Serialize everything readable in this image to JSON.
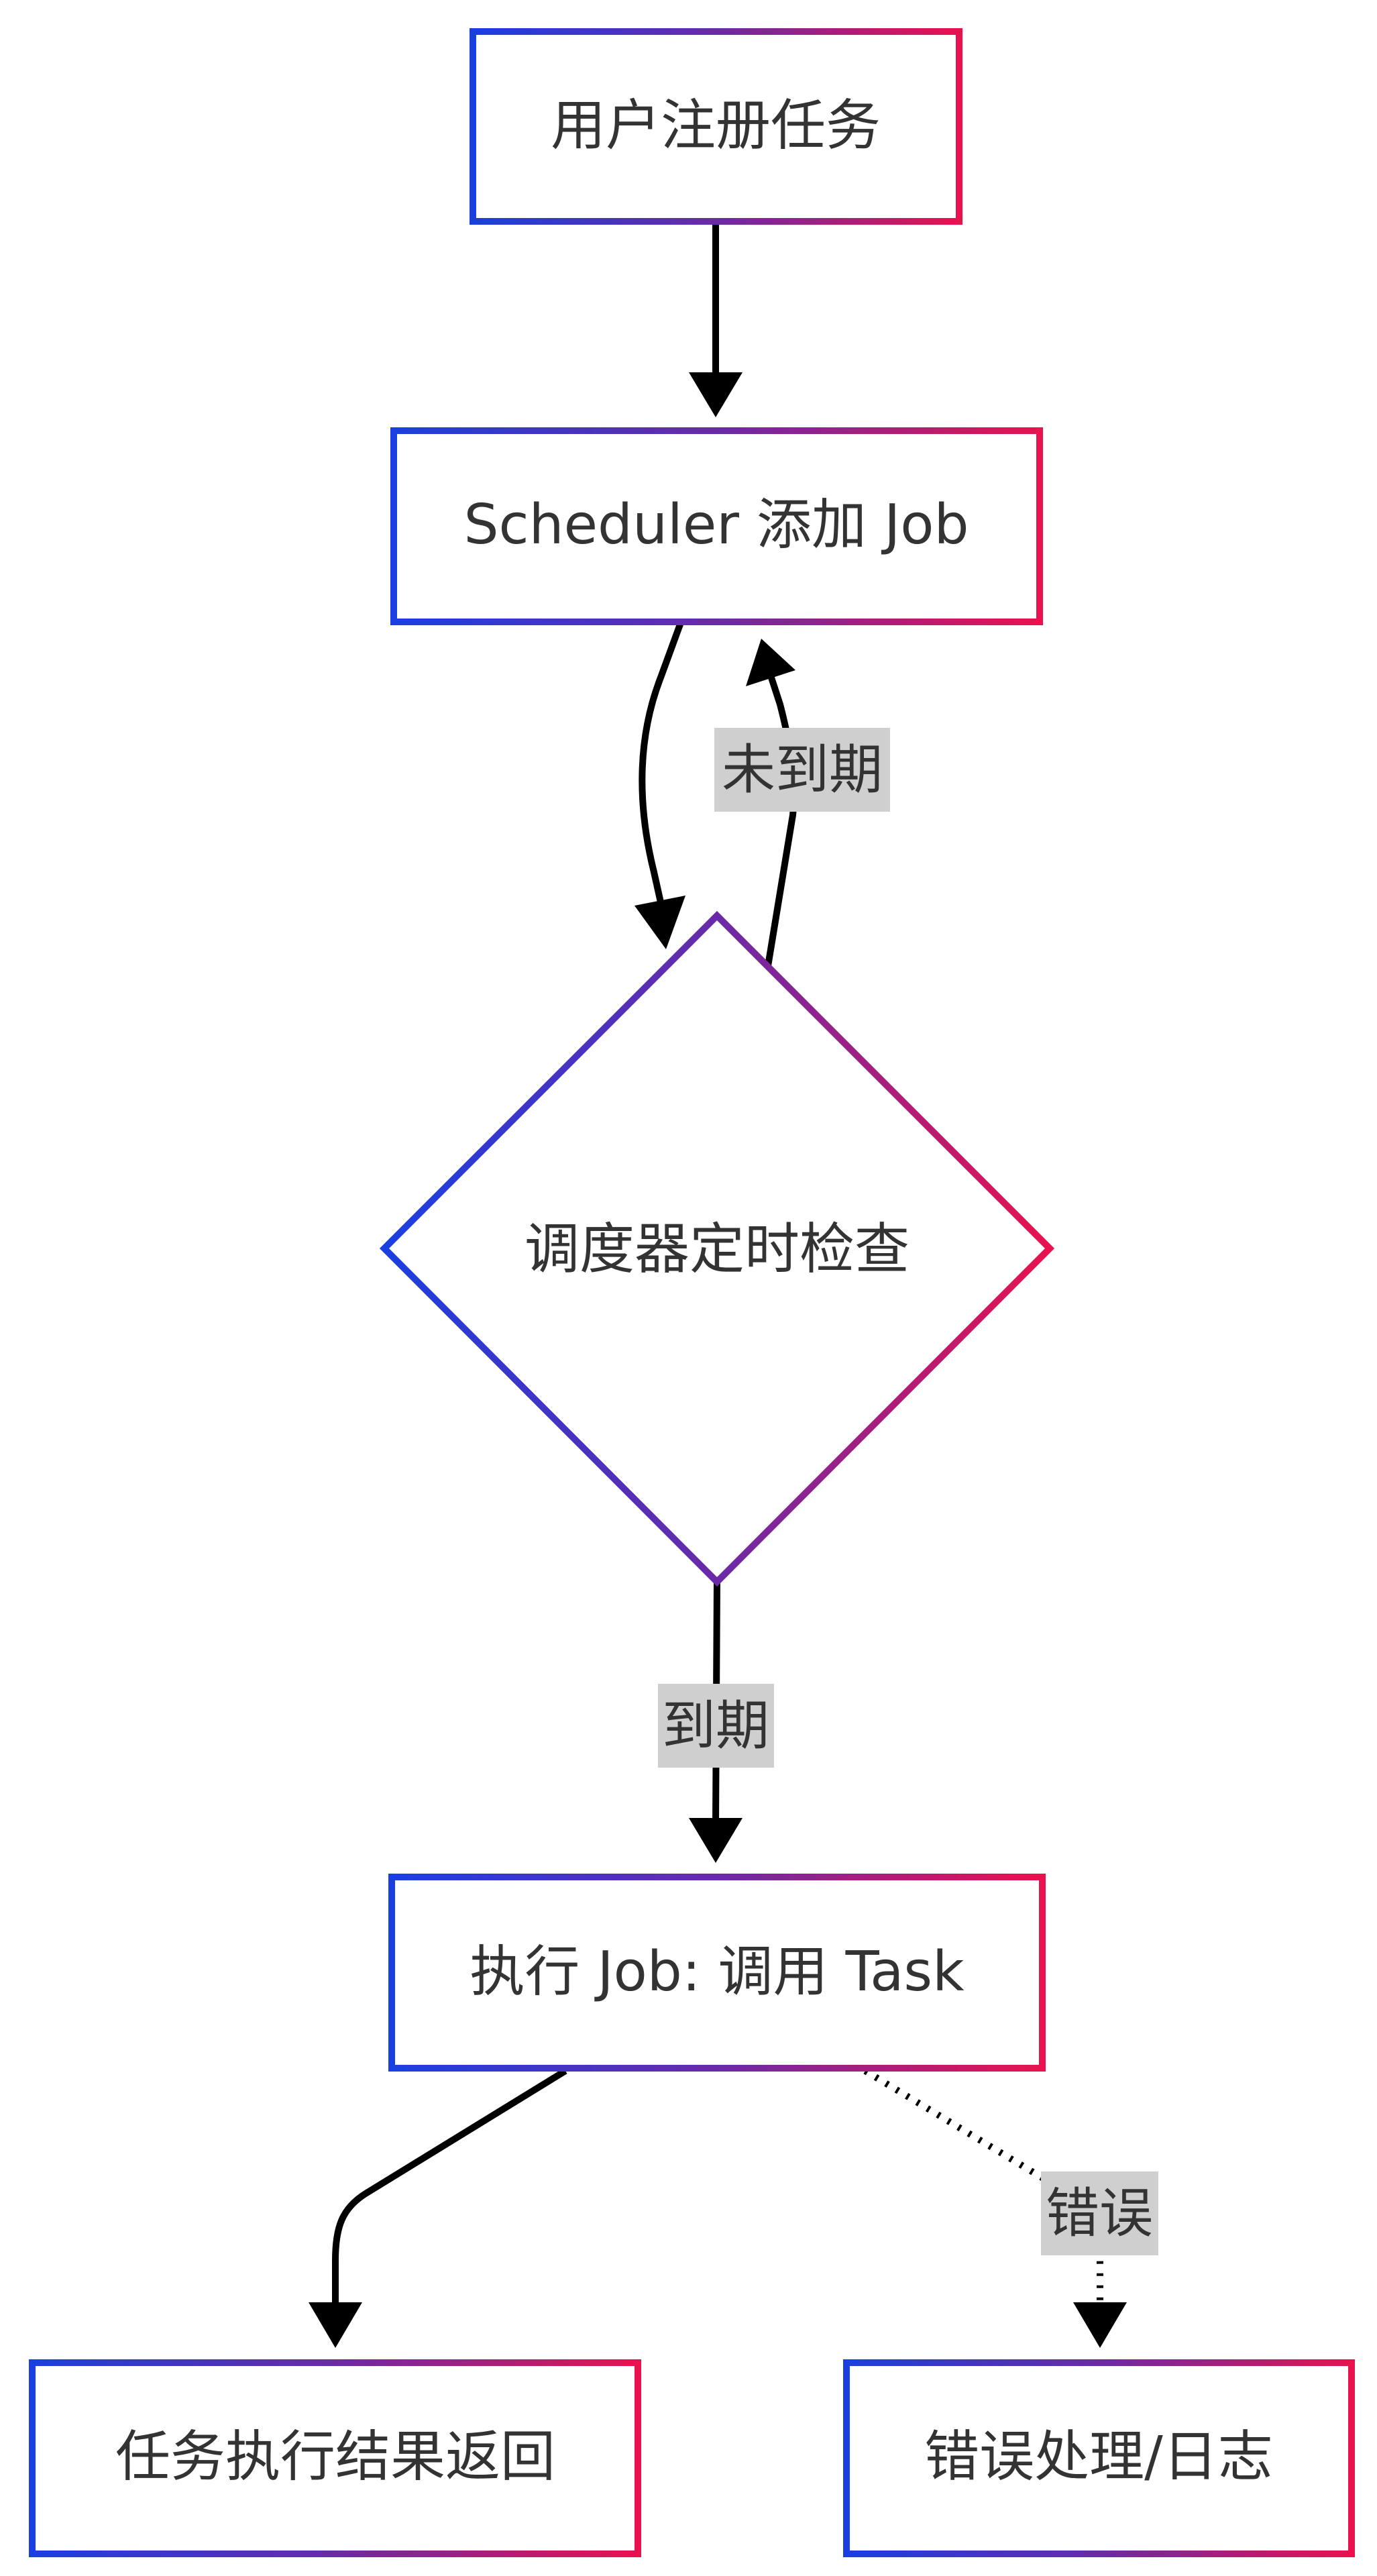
{
  "colors": {
    "gradient_start": "#1a3fe0",
    "gradient_end": "#e8124f",
    "edge": "#000000",
    "label_background": "#cfcfcf",
    "text": "#333333"
  },
  "nodes": {
    "register": {
      "label": "用户注册任务",
      "shape": "rectangle"
    },
    "add_job": {
      "label": "Scheduler 添加 Job",
      "shape": "rectangle"
    },
    "check": {
      "label": "调度器定时检查",
      "shape": "diamond"
    },
    "execute": {
      "label": "执行 Job: 调用 Task",
      "shape": "rectangle"
    },
    "result": {
      "label": "任务执行结果返回",
      "shape": "rectangle"
    },
    "error": {
      "label": "错误处理/日志",
      "shape": "rectangle"
    }
  },
  "edges": {
    "register_to_add": {
      "from": "register",
      "to": "add_job",
      "label": "",
      "style": "solid"
    },
    "add_to_check": {
      "from": "add_job",
      "to": "check",
      "label": "",
      "style": "solid"
    },
    "check_to_add": {
      "from": "check",
      "to": "add_job",
      "label": "未到期",
      "style": "solid"
    },
    "check_to_execute": {
      "from": "check",
      "to": "execute",
      "label": "到期",
      "style": "solid"
    },
    "execute_to_result": {
      "from": "execute",
      "to": "result",
      "label": "",
      "style": "solid"
    },
    "execute_to_error": {
      "from": "execute",
      "to": "error",
      "label": "错误",
      "style": "dotted"
    }
  }
}
